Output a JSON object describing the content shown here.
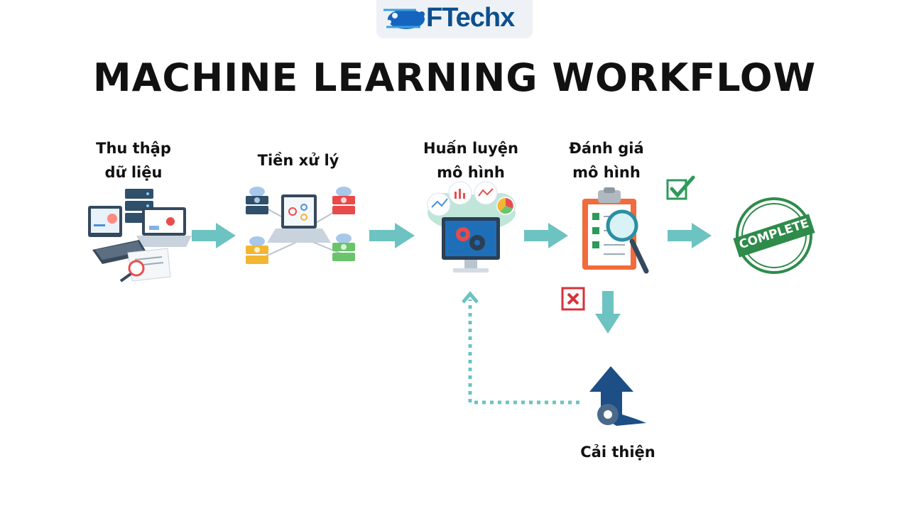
{
  "brand": {
    "name": "FTechx"
  },
  "title": "MACHINE LEARNING WORKFLOW",
  "steps": [
    {
      "line1": "Thu thập",
      "line2": "dữ liệu"
    },
    {
      "line1": "Tiền xử lý",
      "line2": ""
    },
    {
      "line1": "Huấn luyện",
      "line2": "mô hình"
    },
    {
      "line1": "Đánh giá",
      "line2": "mô hình"
    }
  ],
  "complete_stamp": "COMPLETE",
  "improve_label": "Cải thiện",
  "colors": {
    "arrow": "#6cc3c1",
    "title": "#111111",
    "brand_blue": "#0d4f8f",
    "stamp_green": "#2e8b4a",
    "check_green": "#2e9a5a",
    "cross_red": "#d9303a",
    "improve_navy": "#1d4e85"
  }
}
